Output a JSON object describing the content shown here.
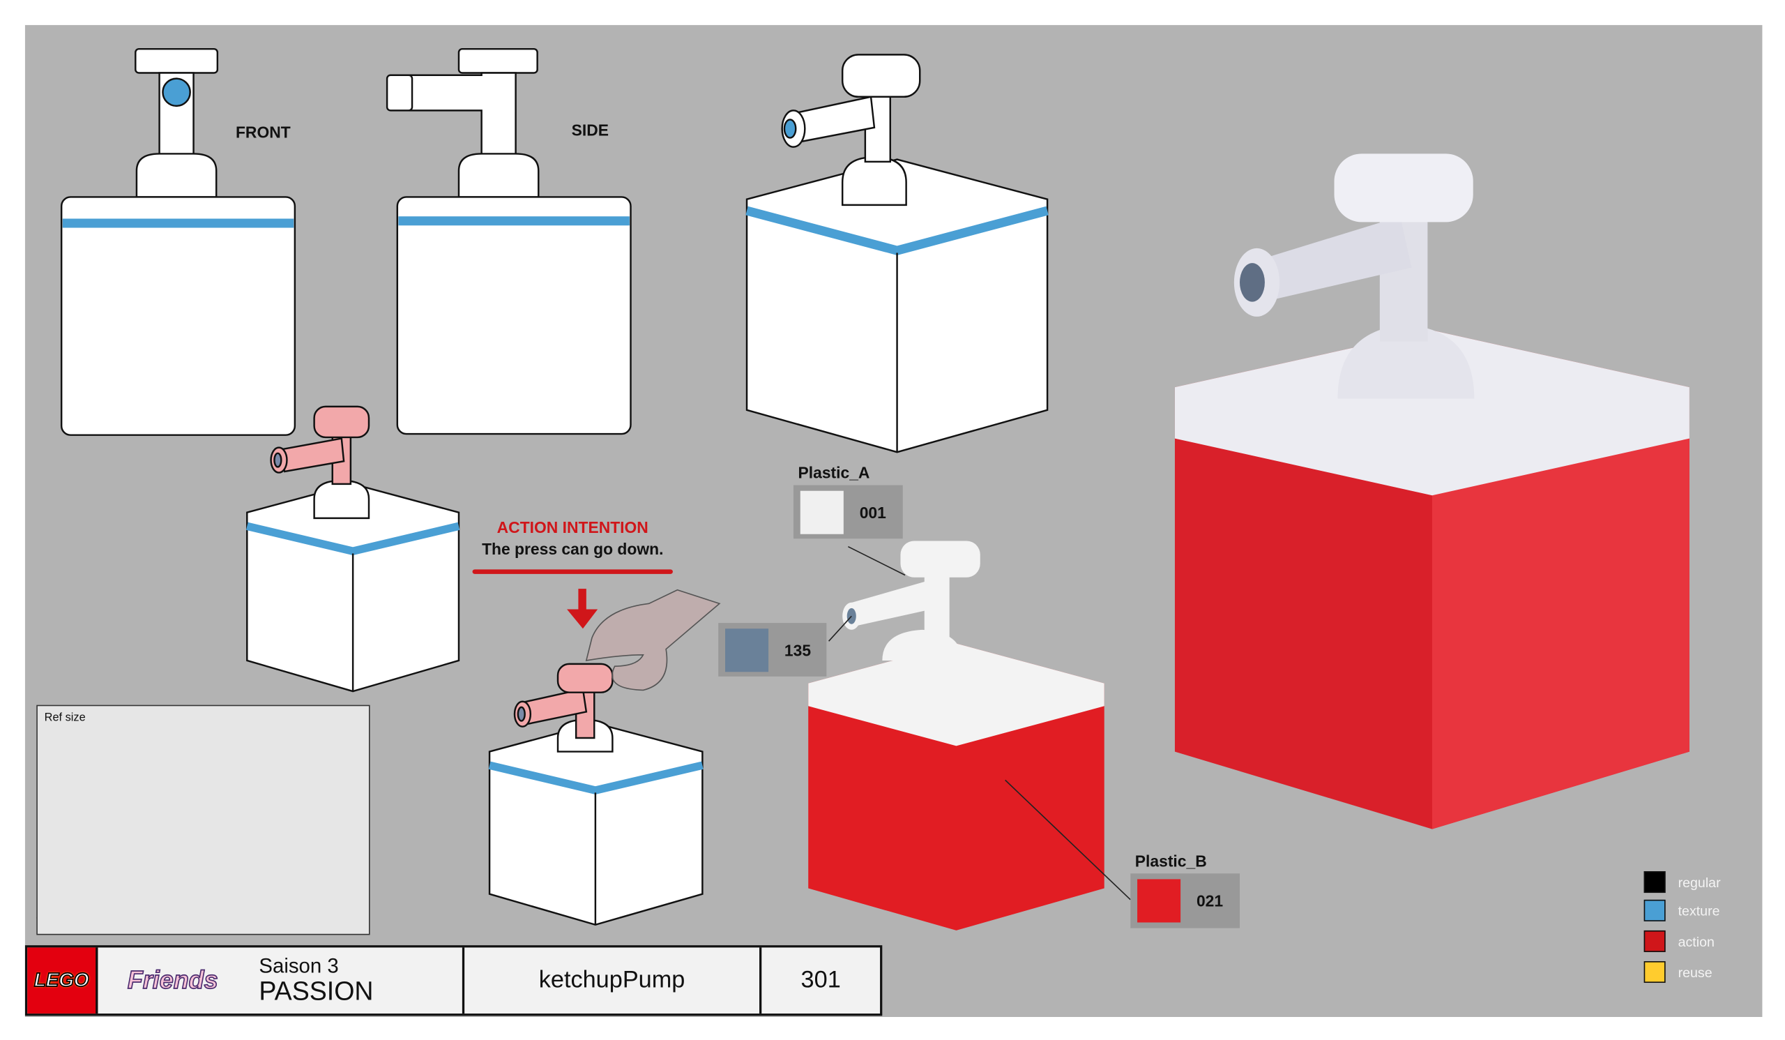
{
  "views": {
    "front_label": "FRONT",
    "side_label": "SIDE"
  },
  "action": {
    "title": "ACTION INTENTION",
    "description": "The press can go down."
  },
  "ref_size": {
    "label": "Ref size"
  },
  "materials": [
    {
      "name": "Plastic_A",
      "code": "001",
      "color": "#f0f0f0"
    },
    {
      "name": "",
      "code": "135",
      "color": "#6a8199"
    },
    {
      "name": "Plastic_B",
      "code": "021",
      "color": "#e11d23"
    }
  ],
  "legend": [
    {
      "label": "regular",
      "color": "#000000"
    },
    {
      "label": "texture",
      "color": "#4a9fd4"
    },
    {
      "label": "action",
      "color": "#d0161a"
    },
    {
      "label": "reuse",
      "color": "#ffcc2e"
    }
  ],
  "title_block": {
    "brand": "LEGO",
    "line": "Friends",
    "season": "Saison 3",
    "theme": "PASSION",
    "asset_name": "ketchupPump",
    "number": "301"
  },
  "colors": {
    "background": "#b3b3b3",
    "texture_blue": "#4a9fd4",
    "action_red": "#d0161a",
    "pump_pink": "#f2a8aa"
  }
}
